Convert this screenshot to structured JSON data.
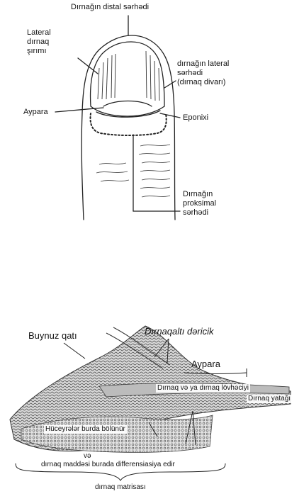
{
  "top_figure": {
    "distal_edge": "Dırnağın distal sərhədi",
    "lateral_groove": "Lateral\ndırnaq\nşırımı",
    "lateral_edge": "dırnağın lateral\nsərhədi\n(dırnaq divarı)",
    "lunula": "Aypara",
    "eponychium": "Eponixi",
    "proximal_edge": "Dırnağın\nproksimal\nsərhədi"
  },
  "bottom_figure": {
    "horn_layer": "Buynuz qatı",
    "subnail_skin": "Dırnaqaltı dəricik",
    "lunula": "Aypara",
    "nail_plate": "Dırnaq və ya dırnaq lövhəciyi",
    "nail_bed": "Dırnaq yatağı",
    "cells_divide": "Hüceyrələr burda bölünür",
    "differentiates_1": "və",
    "differentiates_2": "dırnaq maddəsi burada differensiasiya edir",
    "matrix": "dırnaq matrisası"
  }
}
